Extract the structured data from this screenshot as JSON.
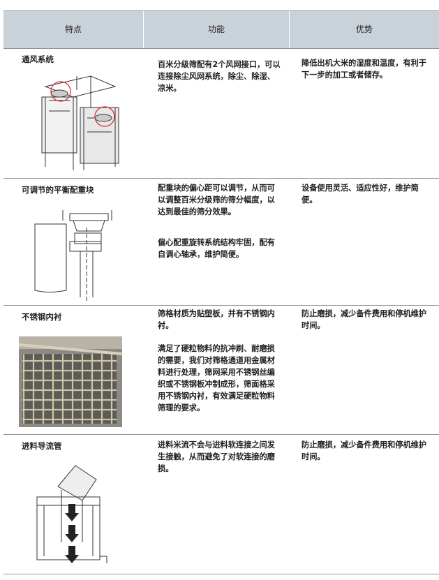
{
  "table": {
    "headers": [
      "特点",
      "功能",
      "优势"
    ],
    "rows": [
      {
        "feature": "通风系统",
        "function": [
          "百米分级筛配有2个风网接口，可以连接除尘风网系统，除尘、除湿、凉米。"
        ],
        "advantage": "降低出机大米的湿度和温度，有利于下一步的加工或者储存。",
        "image": "ventilation-system-diagram"
      },
      {
        "feature": "可调节的平衡配重块",
        "function": [
          "配重块的偏心距可以调节，从而可以调整百米分级筛的筛分幅度，以达到最佳的筛分效果。",
          "偏心配重旋转系统结构牢固，配有自调心轴承，维护简便。"
        ],
        "advantage": "设备使用灵活、适应性好，维护简便。",
        "image": "counterweight-diagram"
      },
      {
        "feature": "不锈钢内衬",
        "function": [
          "筛格材质为贴塑板，并有不锈钢内衬。",
          "满足了硬粒物料的抗冲刷、耐磨损的需要，我们对筛格通道用金属材料进行处理，筛网采用不锈钢丝编织或不锈钢板冲制成形，筛面格采用不锈钢内衬，有效满足硬粒物料筛理的要求。"
        ],
        "advantage": "防止磨损，减少备件费用和停机维护时间。",
        "image": "stainless-mesh-photo"
      },
      {
        "feature": "进料导流管",
        "function": [
          "进料米流不会与进料软连接之间发生接触，从而避免了对软连接的磨损。"
        ],
        "advantage": "防止磨损，减少备件费用和停机维护时间。",
        "image": "feed-guide-pipe-diagram"
      }
    ]
  },
  "colors": {
    "header_bg": "#c9d1d9",
    "rule": "#8a949e",
    "highlight": "#d7262e"
  }
}
